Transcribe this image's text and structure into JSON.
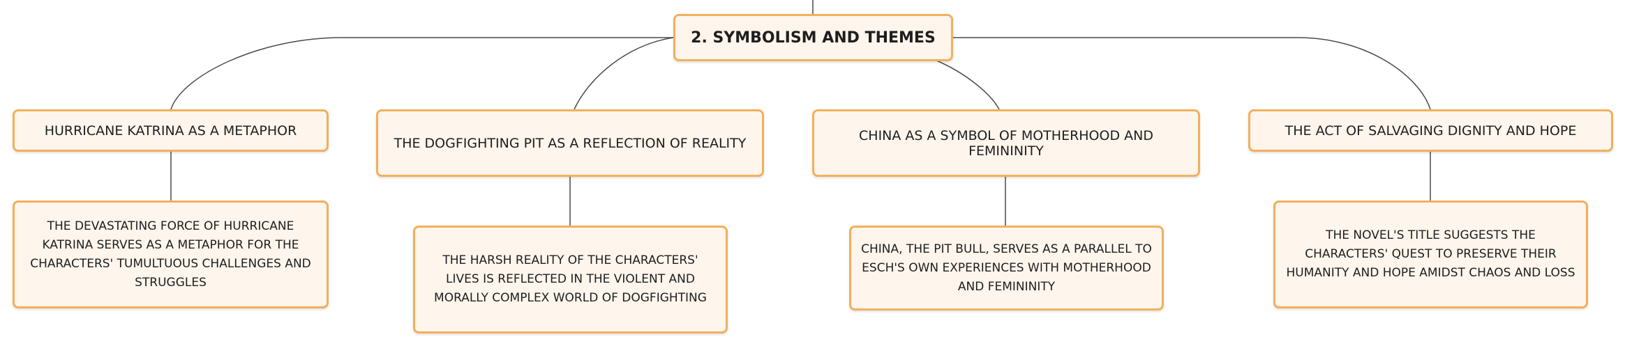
{
  "root": {
    "label": "2. SYMBOLISM AND THEMES"
  },
  "branches": [
    {
      "label": "HURRICANE KATRINA AS A METAPHOR",
      "detail": "THE DEVASTATING FORCE OF HURRICANE KATRINA SERVES AS A METAPHOR FOR THE CHARACTERS' TUMULTUOUS CHALLENGES AND STRUGGLES"
    },
    {
      "label": "THE DOGFIGHTING PIT AS A REFLECTION OF REALITY",
      "detail": "THE HARSH REALITY OF THE CHARACTERS' LIVES IS REFLECTED IN THE VIOLENT AND MORALLY COMPLEX WORLD OF DOGFIGHTING"
    },
    {
      "label": "CHINA AS A SYMBOL OF MOTHERHOOD AND FEMININITY",
      "detail": "CHINA, THE PIT BULL, SERVES AS A PARALLEL TO ESCH'S OWN EXPERIENCES WITH MOTHERHOOD AND FEMININITY"
    },
    {
      "label": "THE ACT OF SALVAGING DIGNITY AND HOPE",
      "detail": "THE NOVEL'S TITLE SUGGESTS THE CHARACTERS' QUEST TO PRESERVE THEIR HUMANITY AND HOPE AMIDST CHAOS AND LOSS"
    }
  ],
  "colors": {
    "border": "#f2b05c",
    "fill": "#fef5ec",
    "line": "#4a4a4a",
    "text": "#1e1e1e"
  }
}
